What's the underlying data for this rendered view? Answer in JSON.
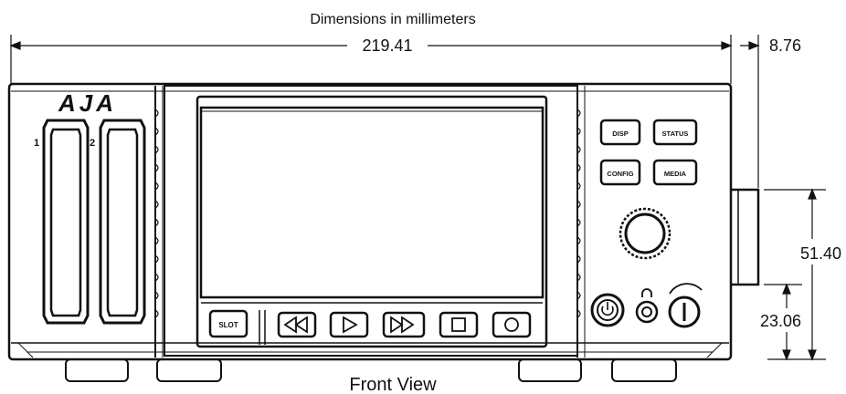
{
  "title": "Dimensions in millimeters",
  "caption": "Front View",
  "brand_logo": "AJA",
  "dimensions": {
    "width": "219.41",
    "side_depth": "8.76",
    "height_upper": "51.40",
    "height_lower": "23.06"
  },
  "slots": [
    "1",
    "2"
  ],
  "panel_buttons": [
    "DISP",
    "STATUS",
    "CONFIG",
    "MEDIA"
  ],
  "transport_buttons": {
    "slot": "SLOT",
    "controls": [
      "rewind-icon",
      "play-icon",
      "fast-forward-icon",
      "stop-icon",
      "record-icon"
    ]
  }
}
